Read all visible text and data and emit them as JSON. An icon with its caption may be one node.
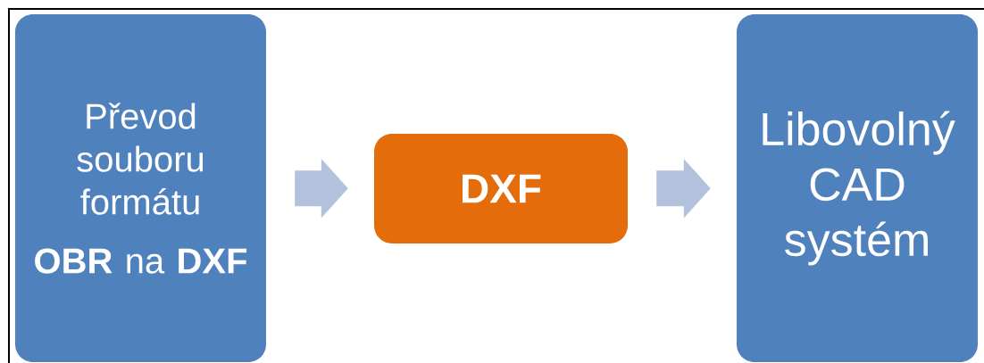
{
  "diagram": {
    "nodes": [
      {
        "text": [
          "Převod souboru formátu",
          "**OBR** na **DXF**"
        ]
      },
      {
        "text": [
          "DXF"
        ]
      },
      {
        "text": [
          "Libovolný CAD systém"
        ]
      }
    ],
    "edges": [
      {
        "from": 0,
        "to": 1,
        "arrow": "to"
      },
      {
        "from": 1,
        "to": 2,
        "arrow": "to"
      }
    ]
  }
}
